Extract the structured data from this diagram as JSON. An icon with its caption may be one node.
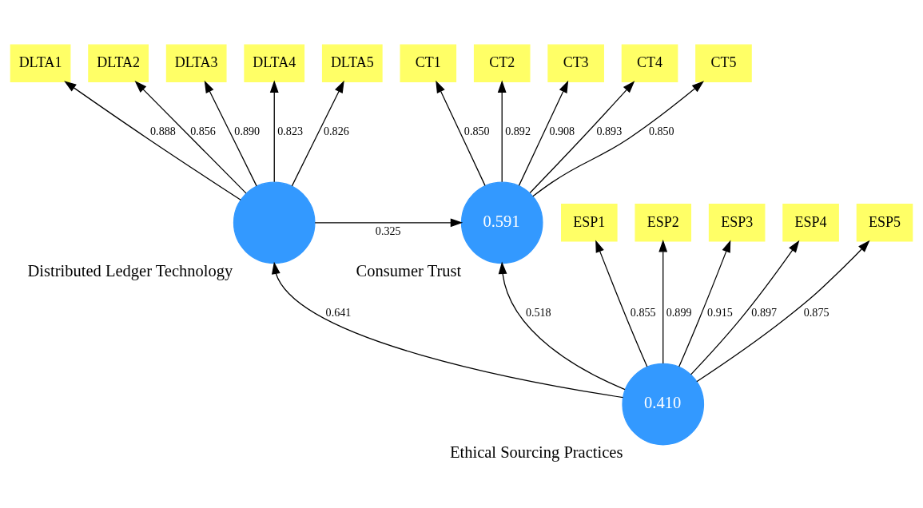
{
  "diagram": {
    "nodes": [
      {
        "text": [
          "Distributed Ledger Technology"
        ]
      },
      {
        "text": [
          "Consumer Trust",
          "0.591"
        ]
      },
      {
        "text": [
          "Ethical Sourcing Practices",
          "0.410"
        ]
      },
      {
        "text": [
          "DLTA1"
        ]
      },
      {
        "text": [
          "DLTA2"
        ]
      },
      {
        "text": [
          "DLTA3"
        ]
      },
      {
        "text": [
          "DLTA4"
        ]
      },
      {
        "text": [
          "DLTA5"
        ]
      },
      {
        "text": [
          "CT1"
        ]
      },
      {
        "text": [
          "CT2"
        ]
      },
      {
        "text": [
          "CT3"
        ]
      },
      {
        "text": [
          "CT4"
        ]
      },
      {
        "text": [
          "CT5"
        ]
      },
      {
        "text": [
          "ESP1"
        ]
      },
      {
        "text": [
          "ESP2"
        ]
      },
      {
        "text": [
          "ESP3"
        ]
      },
      {
        "text": [
          "ESP4"
        ]
      },
      {
        "text": [
          "ESP5"
        ]
      }
    ],
    "edges": [
      {
        "from": 0,
        "to": 1,
        "arrow": "to",
        "label": "0.325"
      },
      {
        "from": 2,
        "to": 0,
        "arrow": "to",
        "label": "0.641"
      },
      {
        "from": 2,
        "to": 1,
        "arrow": "to",
        "label": "0.518"
      },
      {
        "from": 0,
        "to": 3,
        "arrow": "to",
        "label": "0.888"
      },
      {
        "from": 0,
        "to": 4,
        "arrow": "to",
        "label": "0.856"
      },
      {
        "from": 0,
        "to": 5,
        "arrow": "to",
        "label": "0.890"
      },
      {
        "from": 0,
        "to": 6,
        "arrow": "to",
        "label": "0.823"
      },
      {
        "from": 0,
        "to": 7,
        "arrow": "to",
        "label": "0.826"
      },
      {
        "from": 1,
        "to": 8,
        "arrow": "to",
        "label": "0.850"
      },
      {
        "from": 1,
        "to": 9,
        "arrow": "to",
        "label": "0.892"
      },
      {
        "from": 1,
        "to": 10,
        "arrow": "to",
        "label": "0.908"
      },
      {
        "from": 1,
        "to": 11,
        "arrow": "to",
        "label": "0.893"
      },
      {
        "from": 1,
        "to": 12,
        "arrow": "to",
        "label": "0.850"
      },
      {
        "from": 2,
        "to": 13,
        "arrow": "to",
        "label": "0.855"
      },
      {
        "from": 2,
        "to": 14,
        "arrow": "to",
        "label": "0.899"
      },
      {
        "from": 2,
        "to": 15,
        "arrow": "to",
        "label": "0.915"
      },
      {
        "from": 2,
        "to": 16,
        "arrow": "to",
        "label": "0.897"
      },
      {
        "from": 2,
        "to": 17,
        "arrow": "to",
        "label": "0.875"
      }
    ]
  }
}
